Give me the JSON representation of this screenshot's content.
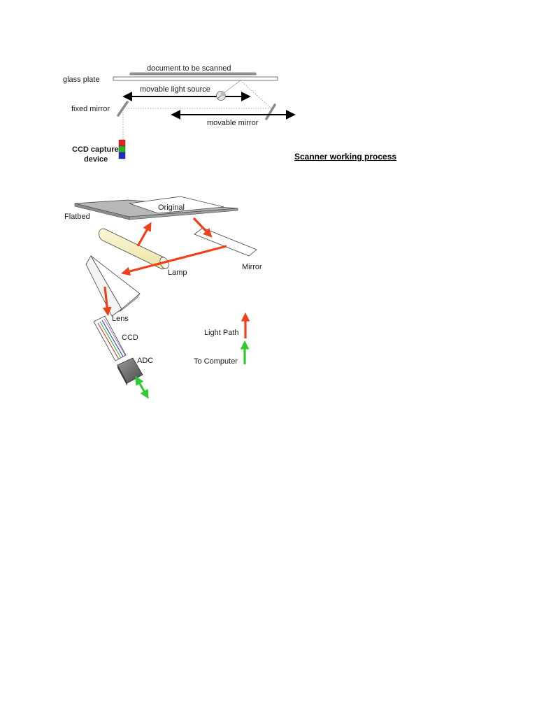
{
  "top_diagram": {
    "document_label": "document to be scanned",
    "glass_plate_label": "glass plate",
    "light_source_label": "movable light source",
    "fixed_mirror_label": "fixed mirror",
    "movable_mirror_label": "movable mirror",
    "ccd_label_line1": "CCD capture",
    "ccd_label_line2": "device",
    "ccd_colors": [
      "#e8231e",
      "#22b722",
      "#1f2ec9"
    ]
  },
  "caption": "Scanner working process",
  "bottom_diagram": {
    "original_label": "Original",
    "flatbed_label": "Flatbed",
    "lamp_label": "Lamp",
    "mirror_label": "Mirror",
    "lens_label": "Lens",
    "ccd_label": "CCD",
    "adc_label": "ADC"
  },
  "legend": {
    "light_path_label": "Light Path",
    "to_computer_label": "To Computer",
    "light_path_color": "#f0401a",
    "to_computer_color": "#2ecc2e"
  }
}
